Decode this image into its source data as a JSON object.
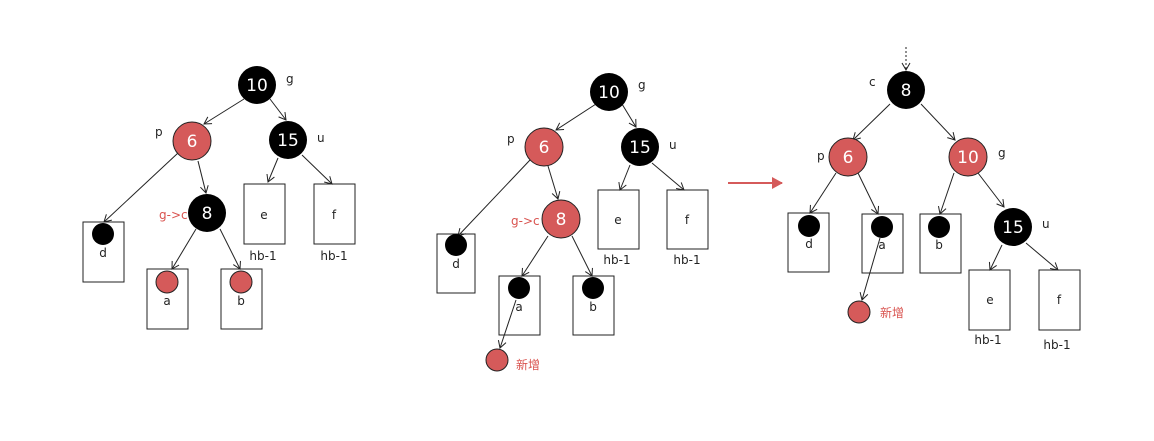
{
  "colors": {
    "black_node": "#000000",
    "red_node": "#d55a5a",
    "red_text": "#d9534f",
    "line": "#222222",
    "arrow": "#d55a5a"
  },
  "panel1": {
    "nodes": {
      "n10": "10",
      "n6": "6",
      "n15": "15",
      "n8": "8"
    },
    "labels": {
      "g": "g",
      "p": "p",
      "u": "u",
      "gc": "g->c"
    },
    "boxes": {
      "d": "d",
      "a": "a",
      "b": "b",
      "e": "e",
      "f": "f"
    },
    "hb": [
      "hb-1",
      "hb-1"
    ]
  },
  "panel2": {
    "nodes": {
      "n10": "10",
      "n6": "6",
      "n15": "15",
      "n8": "8"
    },
    "labels": {
      "g": "g",
      "p": "p",
      "u": "u",
      "gc": "g->c"
    },
    "boxes": {
      "d": "d",
      "a": "a",
      "b": "b",
      "e": "e",
      "f": "f"
    },
    "hb": [
      "hb-1",
      "hb-1"
    ],
    "new_label": "新增"
  },
  "panel3": {
    "nodes": {
      "n8": "8",
      "n6": "6",
      "n10": "10",
      "n15": "15"
    },
    "labels": {
      "c": "c",
      "p": "p",
      "g": "g",
      "u": "u"
    },
    "boxes": {
      "d": "d",
      "a": "a",
      "b": "b",
      "e": "e",
      "f": "f"
    },
    "hb": [
      "hb-1",
      "hb-1"
    ],
    "new_label": "新增"
  }
}
